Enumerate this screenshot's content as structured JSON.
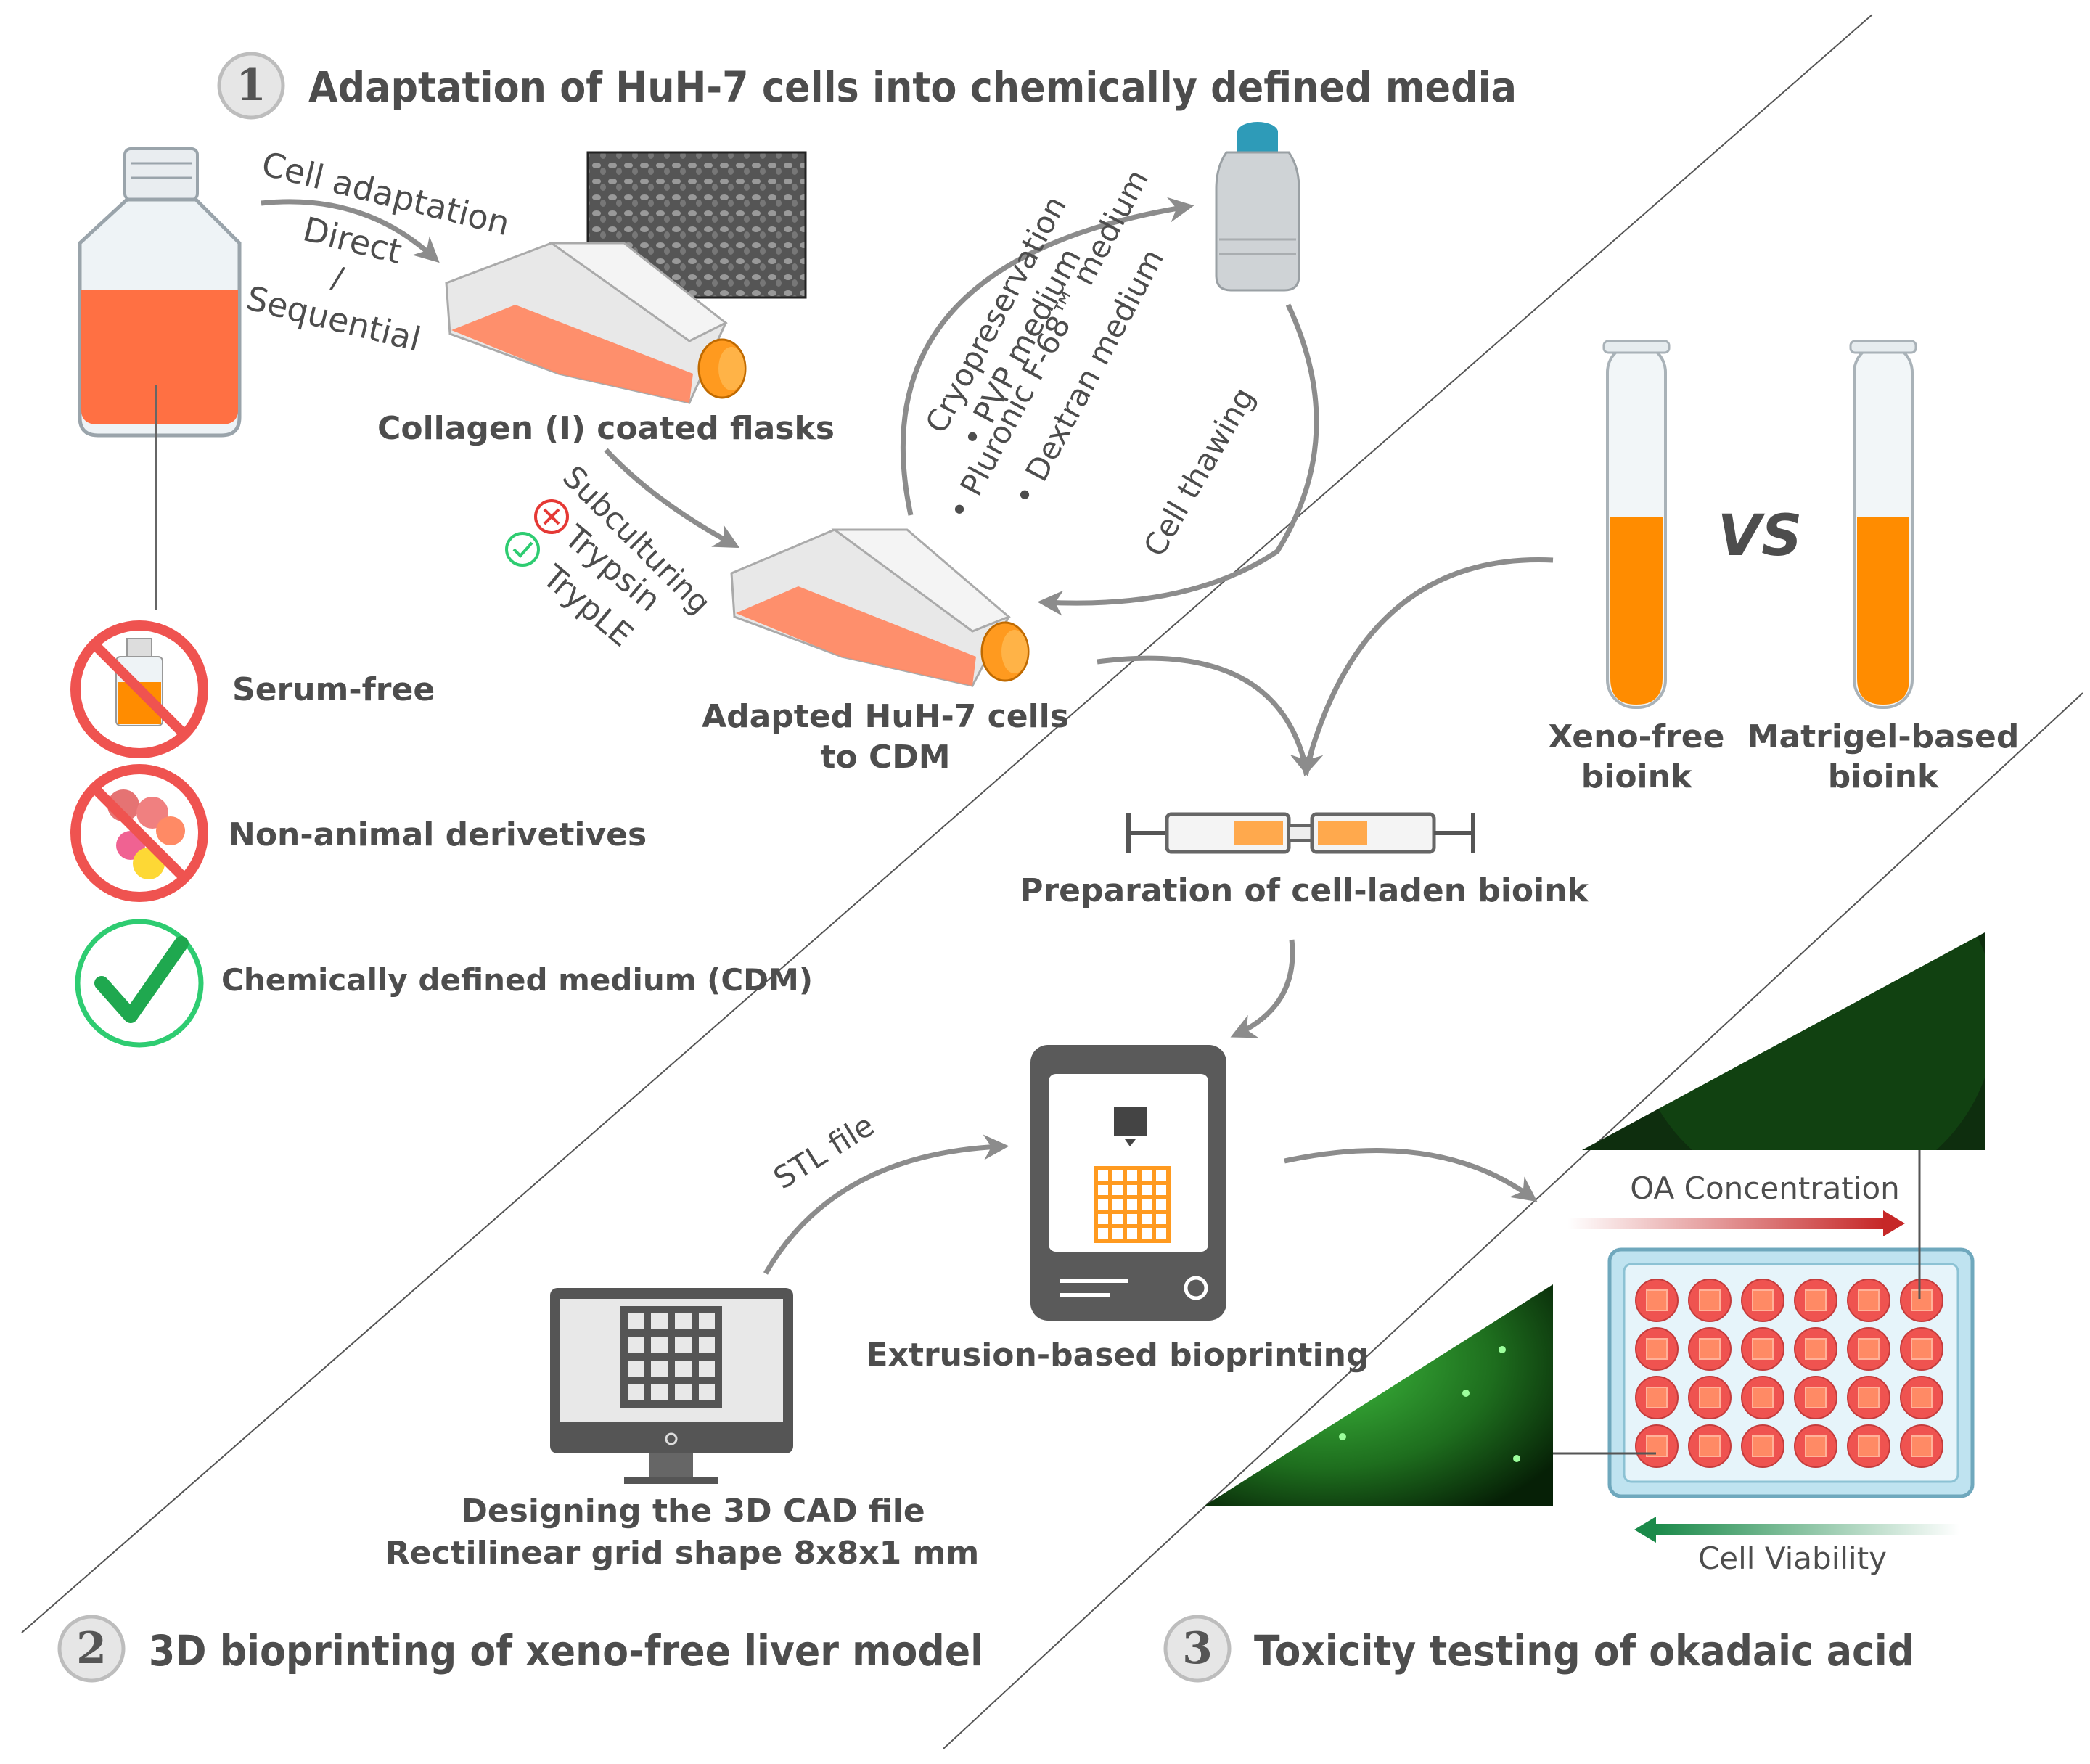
{
  "sections": {
    "s1": {
      "number": "1",
      "title": "Adaptation of HuH-7 cells into chemically defined media"
    },
    "s2": {
      "number": "2",
      "title": "3D bioprinting of xeno-free liver model"
    },
    "s3": {
      "number": "3",
      "title": "Toxicity testing of okadaic acid"
    }
  },
  "labels": {
    "cell_adaptation": "Cell adaptation",
    "direct": "Direct",
    "slash": "/",
    "sequential": "Sequential",
    "collagen_flasks": "Collagen (I) coated flasks",
    "subculturing": "Subculturing",
    "trypsin": "Trypsin",
    "tryple": "TrypLE",
    "adapted_line1": "Adapted HuH-7 cells",
    "adapted_line2": "to CDM",
    "cryopreservation": "Cryopreservation",
    "pvp": "• PVP medium",
    "pluronic": "• Pluronic F-68™ medium",
    "dextran": "• Dextran medium",
    "cell_thawing": "Cell thawing",
    "serum_free": "Serum-free",
    "non_animal": "Non-animal derivetives",
    "cdm": "Chemically defined medium (CDM)",
    "vs": "VS",
    "xeno_line1": "Xeno-free",
    "xeno_line2": "bioink",
    "matrigel_line1": "Matrigel-based",
    "matrigel_line2": "bioink",
    "preparation": "Preparation of cell-laden bioink",
    "stl_file": "STL file",
    "extrusion": "Extrusion-based bioprinting",
    "cad_line1": "Designing the 3D CAD file",
    "cad_line2": "Rectilinear grid shape 8x8x1 mm",
    "oa_concentration": "OA Concentration",
    "cell_viability": "Cell Viability"
  },
  "colors": {
    "text_gray": "#4d4d4d",
    "arrow_gray": "#8c8c8c",
    "medium_orange": "#ff7043",
    "bioink_orange": "#ff8c00",
    "prohibit_red": "#ef5350",
    "check_green": "#2ecc71",
    "oa_red": "#c62828",
    "viability_green": "#1b8a4a",
    "well_plate_blue": "#bfe3f0",
    "micrograph_green": "#1f7a1f"
  },
  "icons": {
    "bottle": "medium-bottle-icon",
    "flask": "culture-flask-icon",
    "cryo": "cryo-container-icon",
    "tube": "test-tube-icon",
    "syringe": "syringe-connector-icon",
    "printer": "bioprinter-icon",
    "monitor": "computer-monitor-icon",
    "well_plate": "24-well-plate-icon"
  }
}
